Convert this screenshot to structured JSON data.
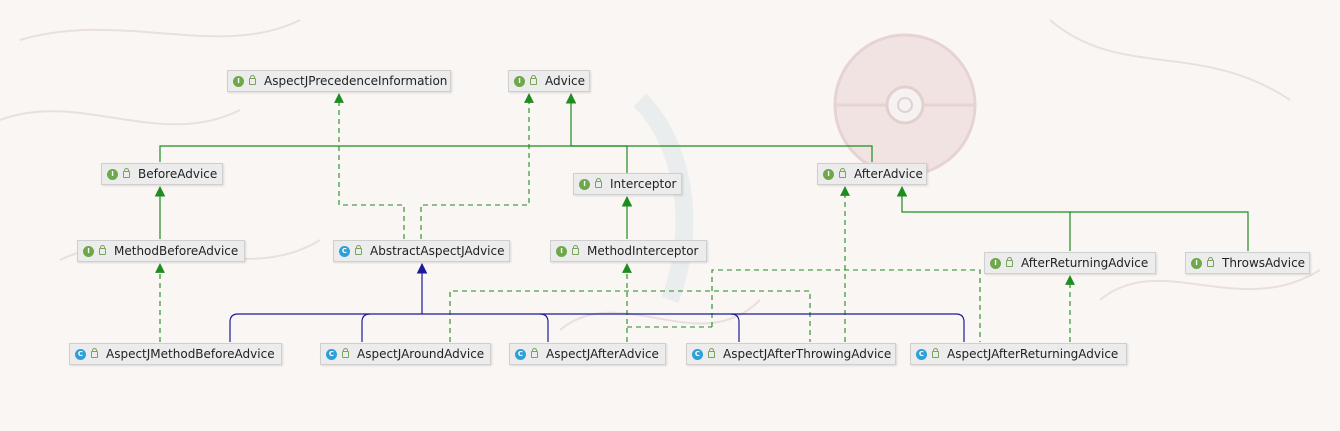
{
  "colors": {
    "extends_interface": "#1e8c1e",
    "implements": "#1e8c1e",
    "extends_class": "#1a1a9a",
    "interface_badge": "#6ea84b",
    "class_badge": "#2f9fd8"
  },
  "nodes": [
    {
      "id": "aspectj-precedence-information",
      "kind": "interface",
      "badge": "I",
      "label": "AspectJPrecedenceInformation"
    },
    {
      "id": "advice",
      "kind": "interface",
      "badge": "I",
      "label": "Advice"
    },
    {
      "id": "before-advice",
      "kind": "interface",
      "badge": "I",
      "label": "BeforeAdvice"
    },
    {
      "id": "interceptor",
      "kind": "interface",
      "badge": "I",
      "label": "Interceptor"
    },
    {
      "id": "after-advice",
      "kind": "interface",
      "badge": "I",
      "label": "AfterAdvice"
    },
    {
      "id": "method-before-advice",
      "kind": "interface",
      "badge": "I",
      "label": "MethodBeforeAdvice"
    },
    {
      "id": "abstract-aspectj-advice",
      "kind": "class",
      "badge": "C",
      "label": "AbstractAspectJAdvice"
    },
    {
      "id": "method-interceptor",
      "kind": "interface",
      "badge": "I",
      "label": "MethodInterceptor"
    },
    {
      "id": "after-returning-advice",
      "kind": "interface",
      "badge": "I",
      "label": "AfterReturningAdvice"
    },
    {
      "id": "throws-advice",
      "kind": "interface",
      "badge": "I",
      "label": "ThrowsAdvice"
    },
    {
      "id": "aspectj-method-before-advice",
      "kind": "class",
      "badge": "C",
      "label": "AspectJMethodBeforeAdvice"
    },
    {
      "id": "aspectj-around-advice",
      "kind": "class",
      "badge": "C",
      "label": "AspectJAroundAdvice"
    },
    {
      "id": "aspectj-after-advice",
      "kind": "class",
      "badge": "C",
      "label": "AspectJAfterAdvice"
    },
    {
      "id": "aspectj-after-throwing-advice",
      "kind": "class",
      "badge": "C",
      "label": "AspectJAfterThrowingAdvice"
    },
    {
      "id": "aspectj-after-returning-advice",
      "kind": "class",
      "badge": "C",
      "label": "AspectJAfterReturningAdvice"
    }
  ]
}
